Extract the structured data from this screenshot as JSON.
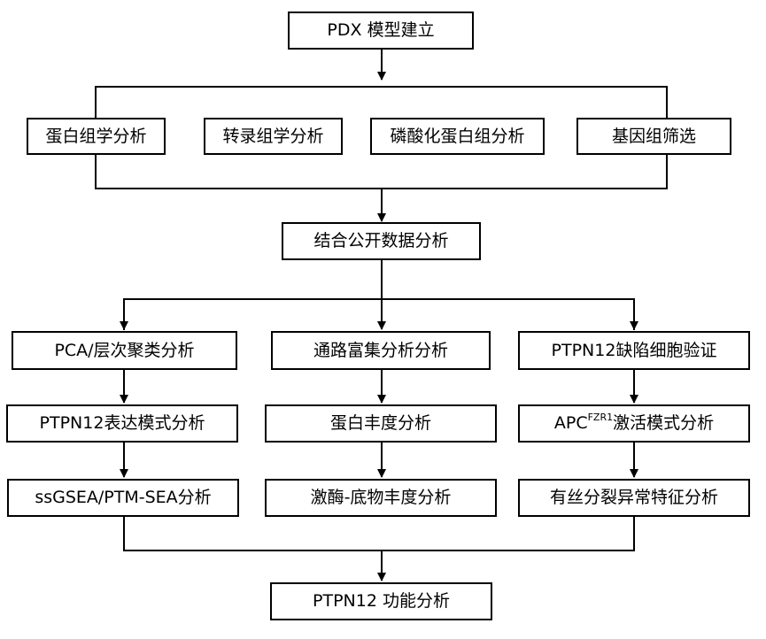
{
  "nodes": {
    "pdx": "PDX 模型建立",
    "proteomics": "蛋白组学分析",
    "transcriptomics": "转录组学分析",
    "phosphoproteomics": "磷酸化蛋白组分析",
    "genome_screening": "基因组筛选",
    "public_data": "结合公开数据分析",
    "pca": "PCA/层次聚类分析",
    "pathway": "通路富集分析分析",
    "ptpn12_validation": "PTPN12缺陷细胞验证",
    "ptpn12_expression": "PTPN12表达模式分析",
    "protein_abundance": "蛋白丰度分析",
    "apc_base": "APC",
    "apc_sup": "FZR1",
    "apc_rest": "激活模式分析",
    "ssgsea": "ssGSEA/PTM-SEA分析",
    "kinase": "激酶-底物丰度分析",
    "mitosis": "有丝分裂异常特征分析",
    "function": "PTPN12 功能分析"
  }
}
